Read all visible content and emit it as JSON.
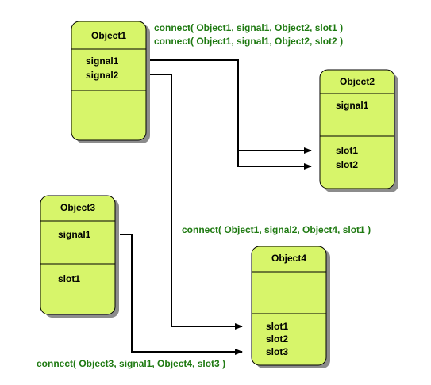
{
  "colors": {
    "box_fill": "#d7f56a",
    "box_shadow": "#8c8c8c",
    "connection_text": "#1f7a12",
    "wire": "#000000"
  },
  "objects": {
    "object1": {
      "title": "Object1",
      "signals": [
        "signal1",
        "signal2"
      ],
      "slots": []
    },
    "object2": {
      "title": "Object2",
      "signals": [
        "signal1"
      ],
      "slots": [
        "slot1",
        "slot2"
      ]
    },
    "object3": {
      "title": "Object3",
      "signals": [
        "signal1"
      ],
      "slots": [
        "slot1"
      ]
    },
    "object4": {
      "title": "Object4",
      "signals": [],
      "slots": [
        "slot1",
        "slot2",
        "slot3"
      ]
    }
  },
  "connections": [
    "connect( Object1, signal1, Object2, slot1 )",
    "connect( Object1, signal1, Object2, slot2 )",
    "connect( Object1, signal2, Object4, slot1 )",
    "connect( Object3, signal1, Object4, slot3 )"
  ]
}
